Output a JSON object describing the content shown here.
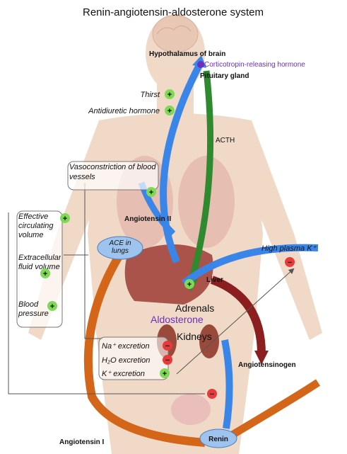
{
  "title": "Renin-angiotensin-aldosterone system",
  "labels": {
    "hypothalamus": "Hypothalamus of brain",
    "crh": "Corticotropin-releasing hormone",
    "pituitary": "Pituitary gland",
    "thirst": "Thirst",
    "adh": "Antidiuretic hormone",
    "acth": "ACTH",
    "vasoconstriction": "Vasoconstriction of blood vessels",
    "angiotensin_ii": "Angiotensin II",
    "ace": "ACE in lungs",
    "liver": "Liver",
    "high_k": "High plasma K⁺",
    "adrenals": "Adrenals",
    "aldosterone": "Aldosterone",
    "kidneys": "Kidneys",
    "na_excretion": "Na⁺ excretion",
    "h2o_excretion": "H₂O excretion",
    "k_excretion": "K⁺ excretion",
    "angiotensinogen": "Angiotensinogen",
    "renin": "Renin",
    "angiotensin_i": "Angiotensin I",
    "effective_circ": "Effective circulating volume",
    "extracellular": "Extracellular fluid volume",
    "blood_pressure": "Blood pressure"
  },
  "signs": {
    "plus": "+",
    "minus": "−"
  },
  "colors": {
    "body": "#f1d9c8",
    "blue_arrow": "#3a86e8",
    "green_arrow": "#2f8a2f",
    "orange_arrow": "#d4661a",
    "maroon_arrow": "#8b1f1f",
    "plus_badge": "#7ed957",
    "minus_badge": "#e83a3a",
    "crh_text": "#6a2fc0",
    "aldosterone_text": "#6a2fc0"
  }
}
